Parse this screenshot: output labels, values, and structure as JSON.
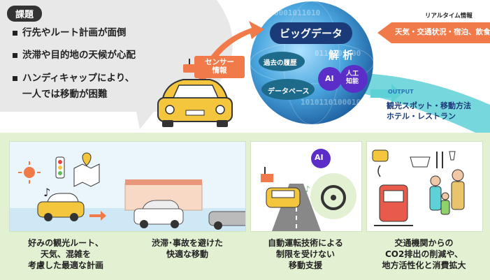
{
  "header": {
    "issue_title": "課題",
    "issues": [
      "行先やルート計画が面倒",
      "渋滞や目的地の天候が心配",
      "ハンディキャップにより、",
      "一人では移動が困難"
    ]
  },
  "diagram": {
    "big_data": "ビッグデータ",
    "sensor_line1": "センサー",
    "sensor_line2": "情報",
    "realtime_label": "リアルタイム情報",
    "realtime_items": "天気・交通状況・宿泊、飲食",
    "history": "過去の履歴",
    "database": "データベース",
    "analysis": "解 析",
    "ai": "AI",
    "ai_jp_line1": "人工",
    "ai_jp_line2": "知能",
    "output_label": "OUTPUT",
    "output_line1": "観光スポット・移動方法",
    "output_line2": "ホテル・レストラン",
    "globe_digits_1": "0001011010",
    "globe_digits_2": "1010110100010",
    "globe_digits_3": "0110101000"
  },
  "panels": {
    "p1_caption": "好みの観光ルート、\n天気、混雑を\n考慮した最適な計画",
    "p2_caption": "渋滞･事故を避けた\n快適な移動",
    "p3_ai": "AI",
    "p3_caption": "自動運転技術による\n制限を受けない\n移動支援",
    "p4_caption": "交通機関からの\nCO2排出の削減や、\n地方活性化と消費拡大"
  },
  "colors": {
    "globe_blue": "#2a78b6",
    "navy": "#1a3a78",
    "orange": "#f07a4a",
    "teal": "#5ed1d6",
    "purple": "#5a2ec7",
    "yellow_car": "#f3c63d",
    "panel_green": "#e3f1d3"
  }
}
